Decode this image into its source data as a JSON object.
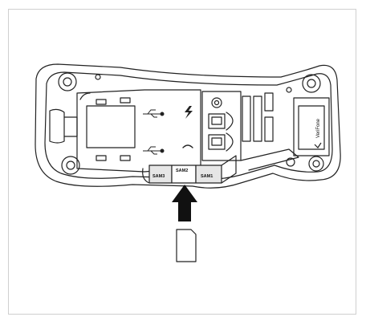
{
  "diagram": {
    "labels": {
      "sam3": "SAM3",
      "sam2": "SAM2",
      "sam1": "SAM1",
      "brand": "VeriFone"
    },
    "icons": [
      "usb-icon",
      "usb-icon",
      "lightning-icon",
      "phone-icon",
      "ethernet-port-icon",
      "arrow-up-icon",
      "sam-card-icon"
    ],
    "colors": {
      "stroke": "#222222",
      "fill": "#ffffff",
      "shade": "#e6e6e6",
      "arrow": "#111111"
    }
  }
}
